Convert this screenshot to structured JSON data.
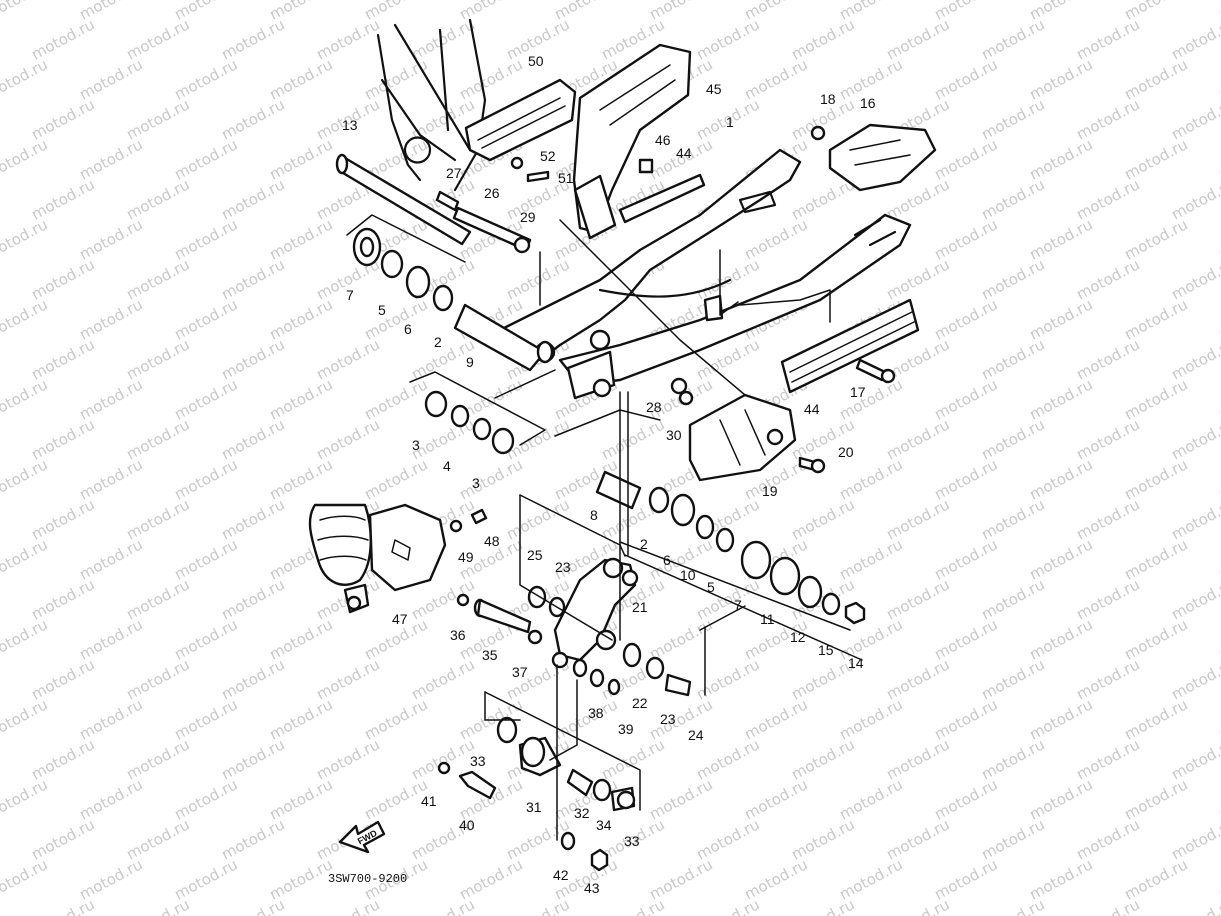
{
  "diagram": {
    "code": "3SW700-9200",
    "forward_label": "FWD",
    "watermark": "motod.ru",
    "part_labels": {
      "p1": "1",
      "p2a": "2",
      "p2b": "2",
      "p3a": "3",
      "p3b": "3",
      "p4": "4",
      "p5a": "5",
      "p5b": "5",
      "p6a": "6",
      "p6b": "6",
      "p7a": "7",
      "p7b": "7",
      "p8": "8",
      "p9": "9",
      "p10": "10",
      "p11": "11",
      "p12": "12",
      "p13": "13",
      "p14": "14",
      "p15": "15",
      "p16": "16",
      "p17": "17",
      "p18": "18",
      "p19": "19",
      "p20": "20",
      "p21": "21",
      "p22": "22",
      "p23a": "23",
      "p23b": "23",
      "p24": "24",
      "p25": "25",
      "p26": "26",
      "p27": "27",
      "p28": "28",
      "p29": "29",
      "p30": "30",
      "p31": "31",
      "p32": "32",
      "p33a": "33",
      "p33b": "33",
      "p34": "34",
      "p35": "35",
      "p36": "36",
      "p37": "37",
      "p38": "38",
      "p39": "39",
      "p40": "40",
      "p41": "41",
      "p42": "42",
      "p43": "43",
      "p44a": "44",
      "p44b": "44",
      "p45": "45",
      "p46": "46",
      "p47": "47",
      "p48": "48",
      "p49": "49",
      "p50": "50",
      "p51": "51",
      "p52": "52"
    }
  }
}
